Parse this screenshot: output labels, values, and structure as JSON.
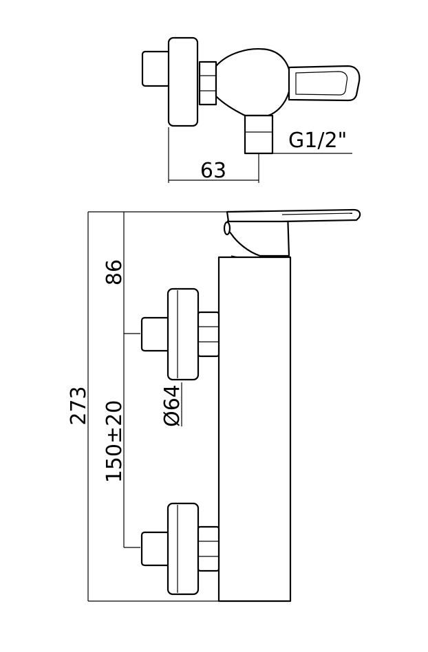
{
  "dimensions": {
    "width_63": "63",
    "thread": "G1/2\"",
    "height_86": "86",
    "total_273": "273",
    "diameter_64": "Ø64",
    "spacing_150": "150±20"
  }
}
